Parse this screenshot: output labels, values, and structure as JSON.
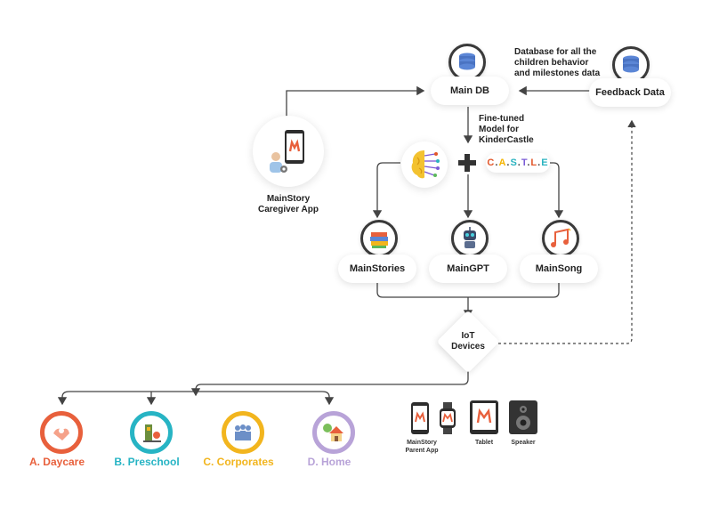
{
  "nodes": {
    "main_db": "Main DB",
    "feedback": "Feedback Data",
    "caregiver_app": "MainStory\nCaregiver App",
    "main_stories": "MainStories",
    "main_gpt": "MainGPT",
    "main_song": "MainSong",
    "iot": "IoT\nDevices"
  },
  "notes": {
    "database": "Database for all the\nchildren behavior\nand milestones data",
    "finetuned": "Fine-tuned\nModel for\nKinderCastle"
  },
  "castle_logo": "C.A.S.T.L.E",
  "castle_letters": [
    "C",
    ".",
    "A",
    ".",
    "S",
    ".",
    "T",
    ".",
    "L",
    ".",
    "E"
  ],
  "castle_colors": [
    "#e2572b",
    "#444",
    "#f5b400",
    "#444",
    "#2bb3c0",
    "#444",
    "#7b5cd6",
    "#444",
    "#e2572b",
    "#444",
    "#2bb3c0"
  ],
  "destinations": [
    {
      "label": "A. Daycare",
      "color": "#e8603c"
    },
    {
      "label": "B. Preschool",
      "color": "#27b4c4"
    },
    {
      "label": "C. Corporates",
      "color": "#f2b51e"
    },
    {
      "label": "D. Home",
      "color": "#b8a3d8"
    }
  ],
  "devices": {
    "parent_app": "MainStory\nParent App",
    "tablet": "Tablet",
    "speaker": "Speaker"
  },
  "colors": {
    "line": "#444444",
    "db_blue": "#5b86d6"
  }
}
